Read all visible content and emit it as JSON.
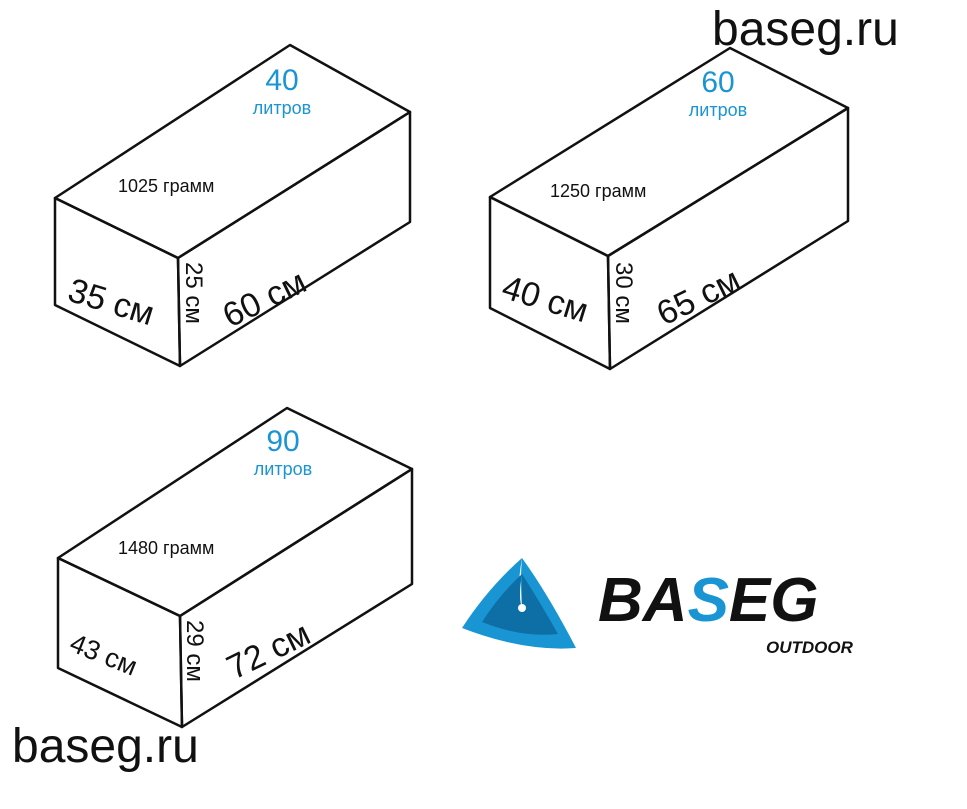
{
  "site_label": "baseg.ru",
  "colors": {
    "accent": "#1a95d3",
    "ink": "#111111",
    "logo_dark": "#111111",
    "logo_blue": "#1a95d3"
  },
  "boxes": [
    {
      "volume": "40",
      "volume_unit": "литров",
      "weight": "1025 грамм",
      "width": "35 см",
      "height": "25 см",
      "length": "60 см"
    },
    {
      "volume": "60",
      "volume_unit": "литров",
      "weight": "1250 грамм",
      "width": "40 см",
      "height": "30 см",
      "length": "65 см"
    },
    {
      "volume": "90",
      "volume_unit": "литров",
      "weight": "1480 грамм",
      "width": "43 см",
      "height": "29 см",
      "length": "72 см"
    }
  ],
  "logo": {
    "brand": "BASEG",
    "brand_part1": "BA",
    "brand_part2": "S",
    "brand_part3": "EG",
    "tagline": "OUTDOOR",
    "icon": "triskelion-triangle-icon"
  }
}
